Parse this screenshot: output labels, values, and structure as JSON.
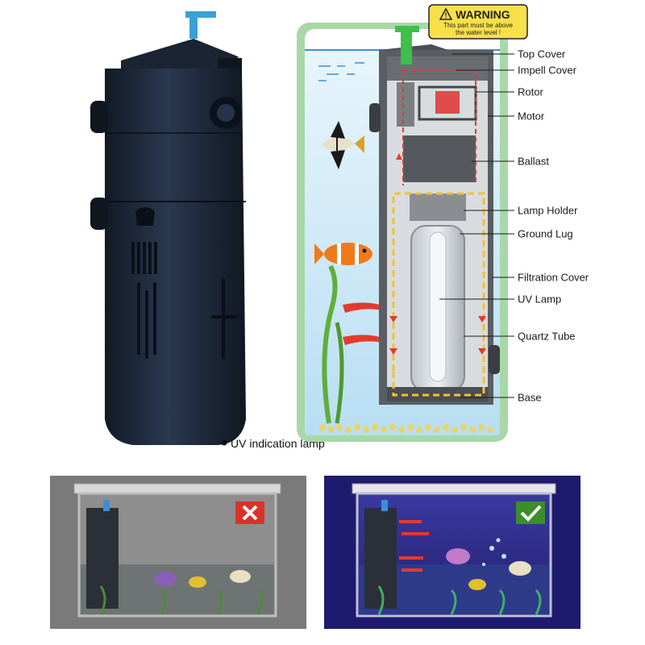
{
  "warning": {
    "title": "WARNING",
    "line1": "This part must be above",
    "line2": "the water level !"
  },
  "callouts": [
    "Top Cover",
    "Impell Cover",
    "Rotor",
    "Motor",
    "Ballast",
    "Lamp Holder",
    "Ground Lug",
    "Filtration Cover",
    "UV Lamp",
    "Quartz Tube",
    "Base"
  ],
  "indicator_label": "UV indication lamp",
  "comparison": {
    "without_uv": {
      "mark": "cross-icon",
      "mark_color": "#d9322b",
      "background": "#7a7a7a"
    },
    "with_uv": {
      "mark": "check-icon",
      "mark_color": "#3a8f2a",
      "background": "#1e1a6e"
    }
  },
  "colors": {
    "device_body": "#1f2b3d",
    "tank_frame": "#a8d8a8",
    "water": "#cfe9f7",
    "flow_arrows": "#e23b2e",
    "flow_path": "#f1c232"
  }
}
